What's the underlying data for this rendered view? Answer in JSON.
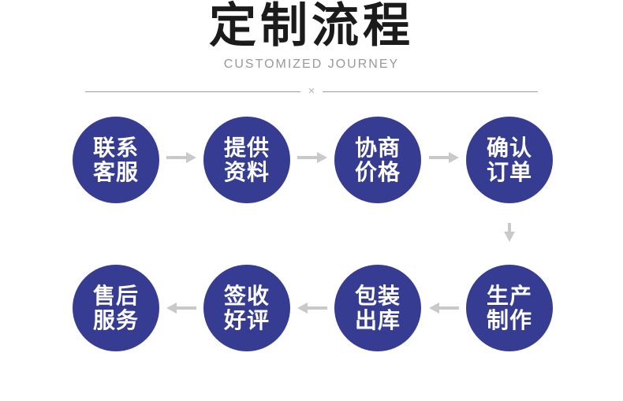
{
  "header": {
    "title": "定制流程",
    "subtitle": "CUSTOMIZED JOURNEY",
    "divider_symbol": "×"
  },
  "flow": {
    "steps": [
      {
        "line1": "联系",
        "line2": "客服"
      },
      {
        "line1": "提供",
        "line2": "资料"
      },
      {
        "line1": "协商",
        "line2": "价格"
      },
      {
        "line1": "确认",
        "line2": "订单"
      },
      {
        "line1": "生产",
        "line2": "制作"
      },
      {
        "line1": "包装",
        "line2": "出库"
      },
      {
        "line1": "签收",
        "line2": "好评"
      },
      {
        "line1": "售后",
        "line2": "服务"
      }
    ],
    "row1_order": "steps 1-4 left to right",
    "row2_order": "steps 5-8 right to left"
  },
  "icons": {
    "arrow_right": "arrow-right-icon",
    "arrow_left": "arrow-left-icon",
    "arrow_down": "arrow-down-icon",
    "divider_x": "x-divider-icon"
  },
  "colors": {
    "circle_fill": "#363c92",
    "circle_text": "#ffffff",
    "arrow": "#c9c9c9",
    "title_text": "#1b1b1b",
    "subtitle_text": "#999999",
    "divider_line": "#9e9e9e",
    "divider_x": "#b5b5b5",
    "background": "#ffffff"
  }
}
